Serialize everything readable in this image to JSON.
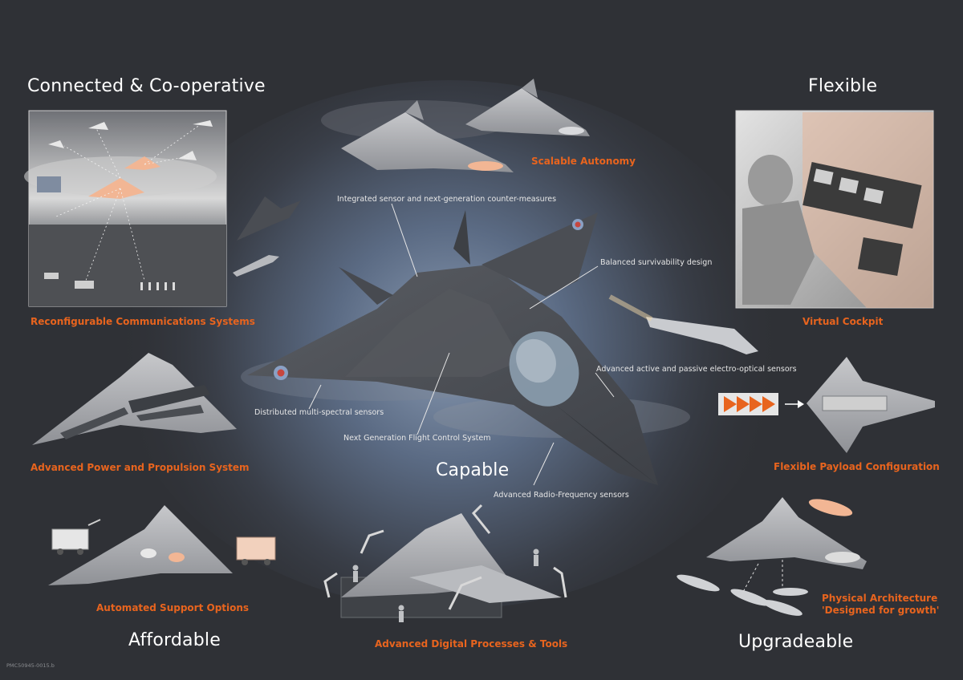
{
  "colors": {
    "background": "#2f3136",
    "caption_orange": "#e8641e",
    "heading_white": "#ffffff",
    "callout_grey": "#e6e6e6",
    "jet_grey": "#a9aaad",
    "jet_dark": "#4c4f55",
    "accent_peach": "#f2b694"
  },
  "headings": {
    "connected": "Connected & Co-operative",
    "flexible": "Flexible",
    "capable": "Capable",
    "affordable": "Affordable",
    "upgradeable": "Upgradeable"
  },
  "captions": {
    "scalable_autonomy": "Scalable Autonomy",
    "reconfigurable_comms": "Reconfigurable Communications Systems",
    "virtual_cockpit": "Virtual Cockpit",
    "power_propulsion": "Advanced Power and Propulsion System",
    "flexible_payload": "Flexible Payload Configuration",
    "automated_support": "Automated Support Options",
    "digital_processes": "Advanced Digital Processes & Tools",
    "physical_architecture_line1": "Physical Architecture",
    "physical_architecture_line2": "'Designed for growth'"
  },
  "callouts": {
    "integrated_sensor": "Integrated sensor and next-generation counter-measures",
    "balanced_survivability": "Balanced survivability design",
    "electro_optical": "Advanced active and passive electro-optical sensors",
    "multi_spectral": "Distributed multi-spectral sensors",
    "flight_control": "Next Generation Flight Control System",
    "radio_frequency": "Advanced Radio-Frequency sensors"
  },
  "reference_code": "PMC50945-0015.b",
  "icons": [
    "main-jet-icon",
    "wingman-drone-icon",
    "missile-icon",
    "radar-scene-icon",
    "pilot-cockpit-icon",
    "payload-arrows-icon",
    "robot-arm-icon",
    "support-vehicle-icon",
    "detachable-module-icon",
    "tank-icon",
    "soldier-icon",
    "roundel-icon"
  ]
}
